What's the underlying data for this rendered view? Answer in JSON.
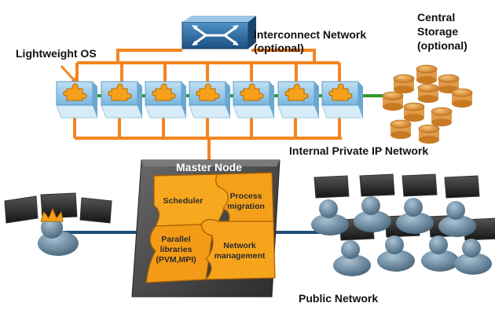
{
  "labels": {
    "interconnect_line1": "Interconnect Network",
    "interconnect_line2": "(optional)",
    "storage_line1": "Central",
    "storage_line2": "Storage",
    "storage_line3": "(optional)",
    "lightweight_os": "Lightweight OS",
    "internal_network": "Internal Private IP Network",
    "master_node": "Master Node",
    "public_network": "Public Network"
  },
  "puzzle": {
    "scheduler": "Scheduler",
    "process_line1": "Process",
    "process_line2": "migration",
    "parallel_line1": "Parallel",
    "parallel_line2": "libraries",
    "parallel_line3": "(PVM,MPI)",
    "network_line1": "Network",
    "network_line2": "management"
  },
  "colors": {
    "orange_link": "#f5841f",
    "green_link": "#2e9a2e",
    "public_link": "#1f4f7a",
    "node_blue": "#86bde0",
    "puzzle_orange": "#f7a11b",
    "storage_orange": "#e39a3a",
    "switch_blue": "#2a6ca6"
  },
  "icons": {
    "switch": "network-switch-icon",
    "compute_node": "compute-node-icon",
    "storage_disk": "storage-disk-icon",
    "admin_user": "admin-user-icon",
    "client_user": "client-user-icon",
    "monitor": "monitor-icon"
  }
}
